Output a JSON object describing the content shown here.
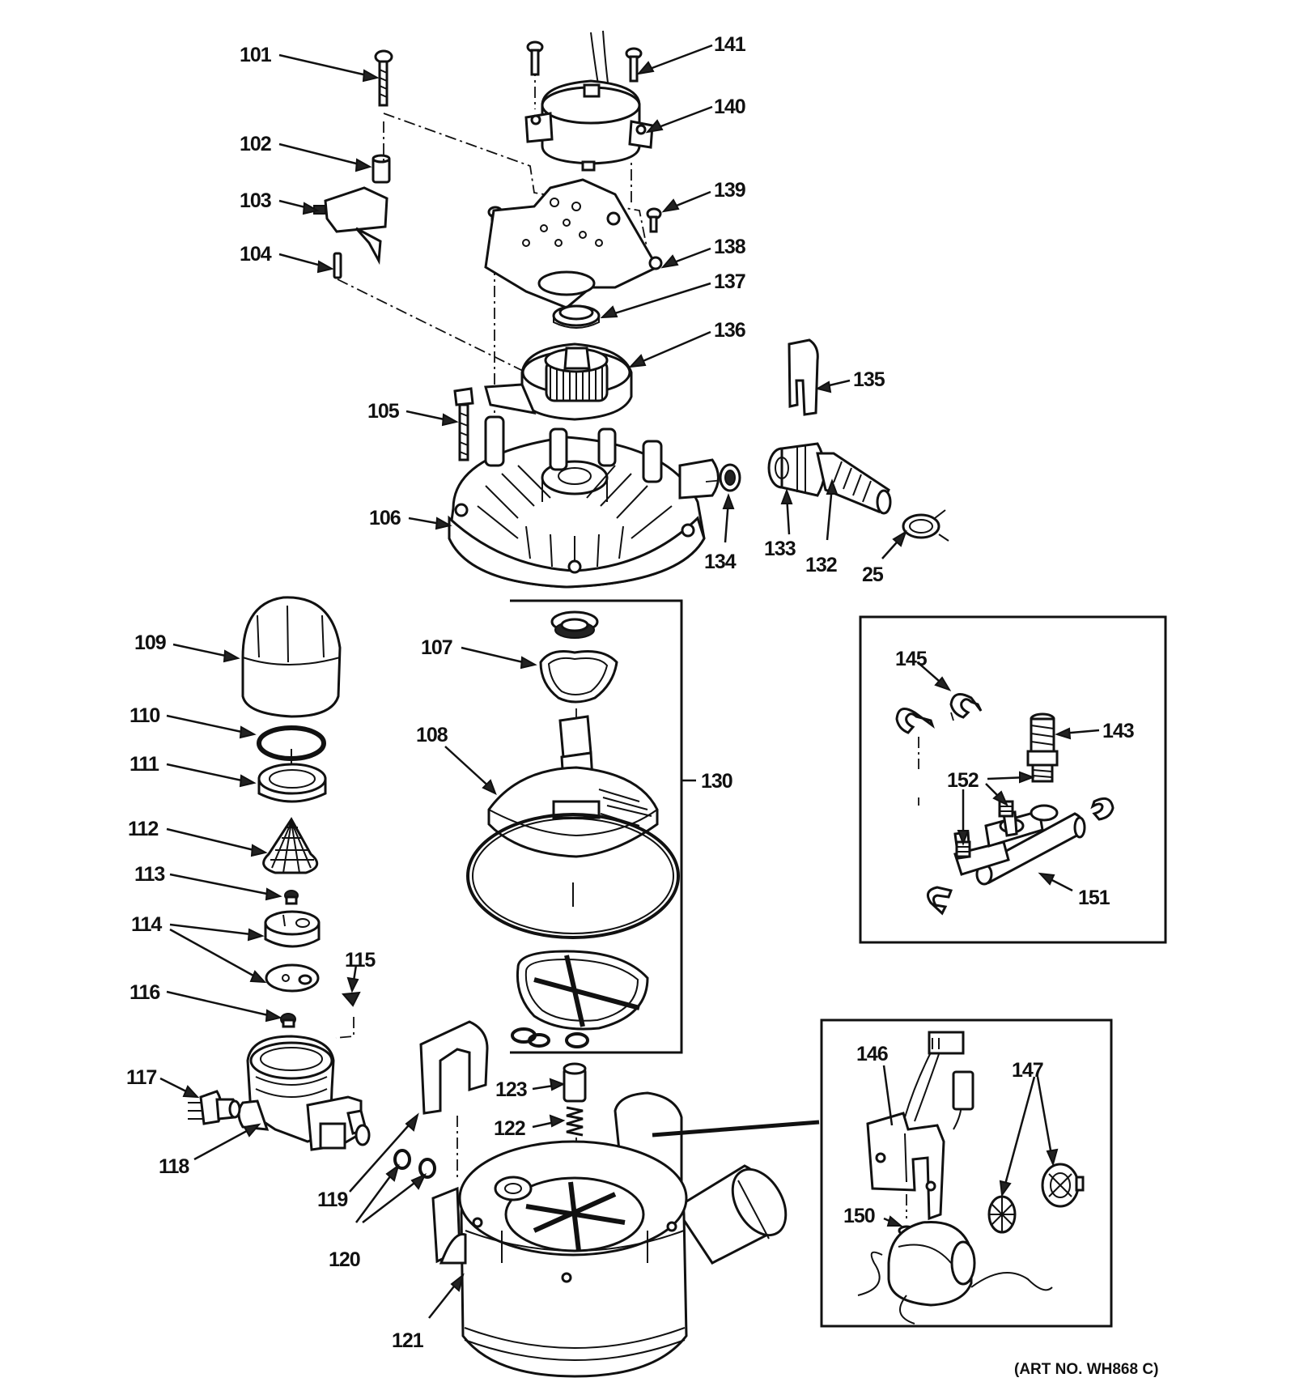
{
  "colors": {
    "ink": "#111111",
    "background": "#ffffff"
  },
  "callouts": {
    "c101": "101",
    "c102": "102",
    "c103": "103",
    "c104": "104",
    "c105": "105",
    "c106": "106",
    "c107": "107",
    "c108": "108",
    "c109": "109",
    "c110": "110",
    "c111": "111",
    "c112": "112",
    "c113": "113",
    "c114": "114",
    "c115": "115",
    "c116": "116",
    "c117": "117",
    "c118": "118",
    "c119": "119",
    "c120": "120",
    "c121": "121",
    "c122": "122",
    "c123": "123",
    "c130": "130",
    "c132": "132",
    "c133": "133",
    "c134": "134",
    "c135": "135",
    "c136": "136",
    "c137": "137",
    "c138": "138",
    "c139": "139",
    "c140": "140",
    "c141": "141",
    "c143": "143",
    "c145": "145",
    "c146": "146",
    "c147": "147",
    "c150": "150",
    "c151": "151",
    "c152": "152",
    "c25": "25"
  },
  "art_number": "(ART NO. WH868 C)"
}
